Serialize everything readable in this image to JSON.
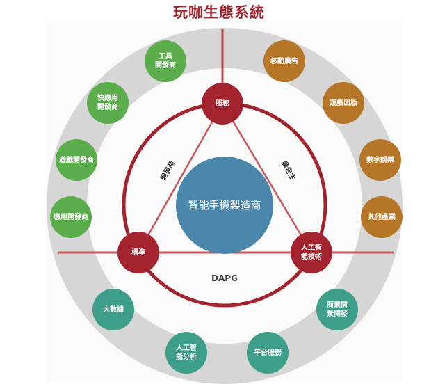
{
  "title": "玩咖生態系統",
  "center": "智能手機製造商",
  "core_nodes": {
    "service": "服務",
    "standard": "標準",
    "ai_tech": "人工智\n能技術"
  },
  "edge_labels": {
    "developers": "開發商",
    "advertisers": "廣告主",
    "bottom": "DAPG"
  },
  "outer_nodes": {
    "developers": [
      "工具\n開發商",
      "快應用\n開發商",
      "遊戲開發商",
      "應用開發商"
    ],
    "media": [
      "移動廣告",
      "遊戲出版",
      "數字娛樂",
      "其他產業"
    ],
    "tech": [
      "大數據",
      "人工智\n能分析",
      "平台服務",
      "商業情\n景開發"
    ]
  },
  "colors": {
    "red": "#a3242f",
    "green": "#5cae4d",
    "brown": "#b67628",
    "teal": "#3d9e89",
    "blue": "#4a87ab",
    "ring": "#d6d6d6"
  }
}
